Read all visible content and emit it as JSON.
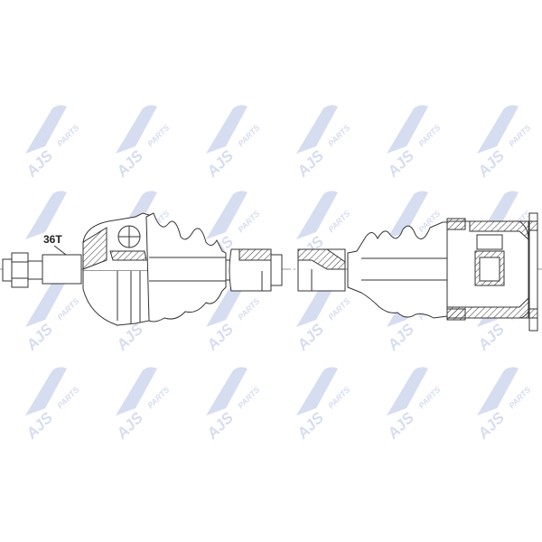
{
  "watermark": {
    "brand": "AJS",
    "suffix": "PARTS",
    "color": "#d6ddf0"
  },
  "drawing": {
    "spline_label": "36T",
    "line_color": "#333333"
  }
}
